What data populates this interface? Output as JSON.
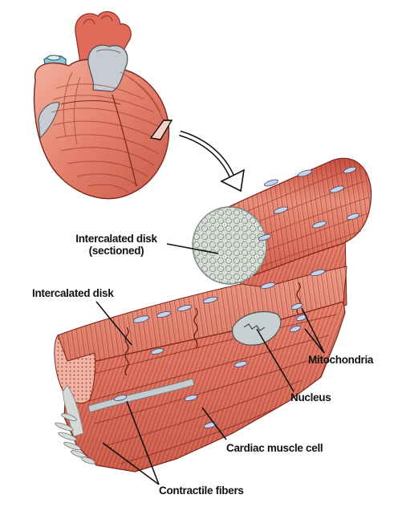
{
  "labels": {
    "intercalated_disk_sectioned_line1": "Intercalated disk",
    "intercalated_disk_sectioned_line2": "(sectioned)",
    "intercalated_disk": "Intercalated disk",
    "mitochondria": "Mitochondria",
    "nucleus": "Nucleus",
    "cardiac_muscle_cell": "Cardiac muscle cell",
    "contractile_fibers": "Contractile fibers"
  },
  "colors": {
    "muscle": "#e47a6a",
    "muscle_dark": "#c4503f",
    "muscle_light": "#f2a895",
    "vessel": "#b9c9d6",
    "vessel_blue": "#8fc7d6",
    "section": "#cfd6d0",
    "mitochondria": "#c9d2e8"
  }
}
